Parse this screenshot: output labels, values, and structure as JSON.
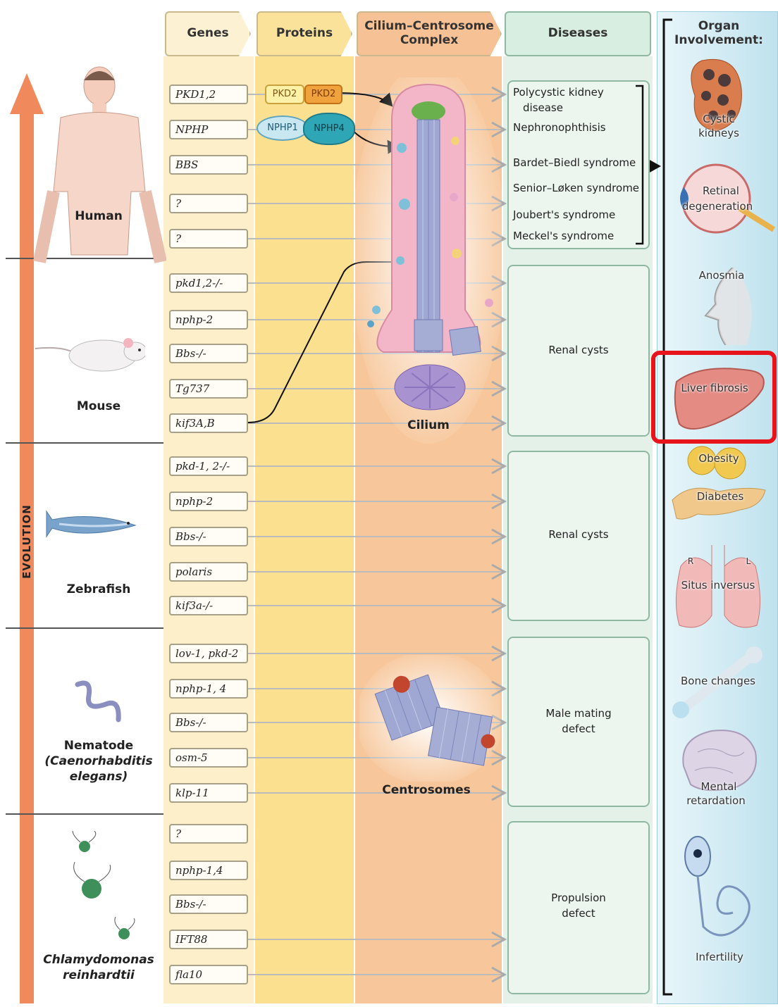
{
  "headers": {
    "genes": "Genes",
    "proteins": "Proteins",
    "complex_line1": "Cilium–Centrosome",
    "complex_line2": "Complex",
    "diseases": "Diseases",
    "organ_line1": "Organ",
    "organ_line2": "Involvement:"
  },
  "evolution_label": "EVOLUTION",
  "species": {
    "human": "Human",
    "mouse": "Mouse",
    "zebrafish": "Zebrafish",
    "nematode_line1": "Nematode",
    "nematode_line2": "(Caenorhabditis",
    "nematode_line3": "elegans)",
    "chlamy_line1": "Chlamydomonas",
    "chlamy_line2": "reinhardtii"
  },
  "genes": {
    "human": [
      "PKD1,2",
      "NPHP",
      "BBS",
      "?",
      "?"
    ],
    "mouse": [
      "pkd1,2-/-",
      "nphp-2",
      "Bbs-/-",
      "Tg737",
      "kif3A,B"
    ],
    "zebrafish": [
      "pkd-1, 2-/-",
      "nphp-2",
      "Bbs-/-",
      "polaris",
      "kif3a-/-"
    ],
    "nematode": [
      "lov-1, pkd-2",
      "nphp-1, 4",
      "Bbs-/-",
      "osm-5",
      "klp-11"
    ],
    "chlamy": [
      "?",
      "nphp-1,4",
      "Bbs-/-",
      "IFT88",
      "fla10"
    ]
  },
  "proteins": {
    "pkd2_a": "PKD2",
    "pkd2_b": "PKD2",
    "nphp1": "NPHP1",
    "nphp4": "NPHP4"
  },
  "complex_labels": {
    "cilium": "Cilium",
    "centrosomes": "Centrosomes"
  },
  "diseases": {
    "human_line1": "Polycystic kidney",
    "human_line2": "disease",
    "human": [
      "Nephronophthisis",
      "Bardet–Biedl syndrome",
      "Senior–Løken syndrome",
      "Joubert's syndrome",
      "Meckel's syndrome"
    ],
    "mouse": "Renal cysts",
    "zebrafish": "Renal cysts",
    "nematode_line1": "Male mating",
    "nematode_line2": "defect",
    "chlamy_line1": "Propulsion",
    "chlamy_line2": "defect"
  },
  "organs": {
    "cystic_line1": "Cystic",
    "cystic_line2": "kidneys",
    "retinal_line1": "Retinal",
    "retinal_line2": "degeneration",
    "anosmia": "Anosmia",
    "liver": "Liver fibrosis",
    "obesity": "Obesity",
    "diabetes": "Diabetes",
    "lung_r": "R",
    "lung_l": "L",
    "situs": "Situs inversus",
    "bone": "Bone changes",
    "mental_line1": "Mental",
    "mental_line2": "retardation",
    "infertility": "Infertility"
  },
  "colors": {
    "genes_band": "#fcefc9",
    "proteins_band": "#fbe08f",
    "complex_band": "#f7c79b",
    "diseases_band": "#e3f1e8",
    "organ_band": "#d5ecf4",
    "highlight": "#e8141c",
    "evolution_arrow": "#f08a5d"
  }
}
